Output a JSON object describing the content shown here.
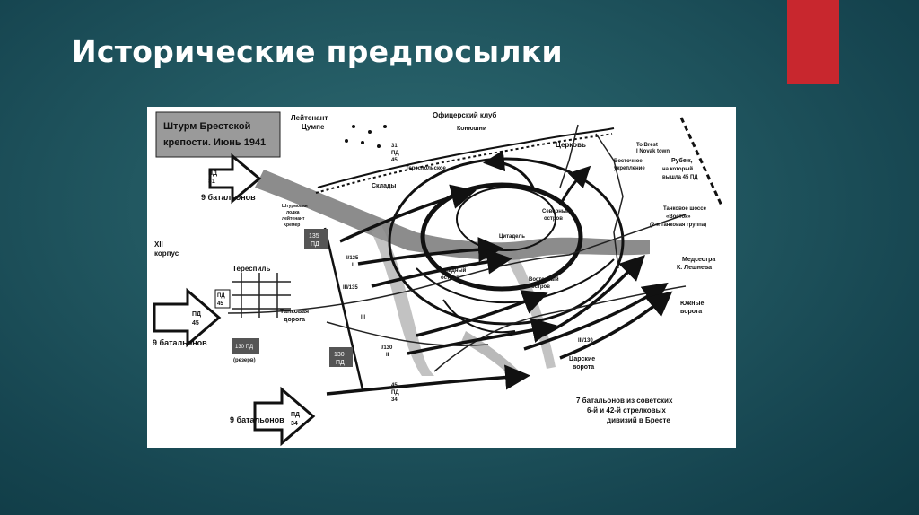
{
  "slide": {
    "title": "Исторические предпосылки",
    "accent_color": "#c8272e",
    "background_color": "#1f5560"
  },
  "map": {
    "title_line1": "Штурм Брестской",
    "title_line2": "крепости. Июнь 1941",
    "labels": {
      "lieutenant_1": "Лейтенант",
      "lieutenant_2": "Цумпе",
      "officers_club": "Офицерский клуб",
      "stables": "Конюшни",
      "church": "Церковь",
      "to_brest_1": "To Brest",
      "to_brest_2": "I Novak town",
      "pd31_a": "31",
      "pd31_b": "ПД",
      "pd31_c": "45",
      "terespol_gate": "Тереспольское",
      "warehouses": "Склады",
      "east_fort_1": "Восточное",
      "east_fort_2": "укрепление",
      "line_1": "Рубеж,",
      "line_2": "на который",
      "line_3": "вышла 45 ПД",
      "assault_1": "Штурмовая",
      "assault_2": "лодка",
      "assault_3": "лейтенант",
      "assault_4": "Кремер",
      "tank_hwy_1": "Танковое шоссе",
      "tank_hwy_2": "«Восток»",
      "tank_hwy_3": "(2-я танковая группа)",
      "north_island_1": "Северный",
      "north_island_2": "остров",
      "citadel": "Цитадель",
      "pd135": "135",
      "pd135b": "ПД",
      "i135": "I/135",
      "iii135": "III/135",
      "roman_ii": "II",
      "roman_iii": "III",
      "west_island_1": "Западный",
      "west_island_2": "остров",
      "east_island_1": "Восточный",
      "east_island_2": "остров",
      "nurse_1": "Медсестра",
      "nurse_2": "К. Лешнева",
      "south_gate_1": "Южные",
      "south_gate_2": "ворота",
      "terespol": "Тереспиль",
      "pd45_box_a": "ПД",
      "pd45_box_b": "45",
      "tank_road_1": "Танковая",
      "tank_road_2": "дорога",
      "reserve_1": "130 ПД",
      "reserve_2": "(резерв)",
      "pd130": "130",
      "pd130b": "ПД",
      "i130": "I/130",
      "iii130": "III/130",
      "bottom_45": "45",
      "bottom_pd": "ПД",
      "bottom_34": "34",
      "tsar_gate_1": "Царские",
      "tsar_gate_2": "ворота",
      "corps_1": "XII",
      "corps_2": "корпус",
      "soviet_1": "7 батальонов из советских",
      "soviet_2": "6-й и 42-й стрелковых",
      "soviet_3": "дивизий в Бресте"
    },
    "arrows": [
      {
        "label": "9 батальонов",
        "tag_1": "ПД",
        "tag_2": "31"
      },
      {
        "label": "9 батальонов",
        "tag_1": "ПД",
        "tag_2": "45"
      },
      {
        "label": "9 батальонов",
        "tag_1": "ПД",
        "tag_2": "34"
      }
    ]
  }
}
